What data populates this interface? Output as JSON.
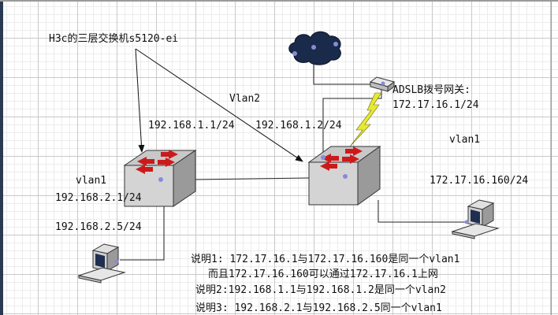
{
  "labels": {
    "switch_model": "H3c的三层交换机s5120-ei",
    "vlan2": "Vlan2",
    "left_vlan2_ip": "192.168.1.1/24",
    "right_vlan2_ip": "192.168.1.2/24",
    "adsl_gateway": "ADSLB拨号网关:",
    "adsl_ip": "172.17.16.1/24",
    "vlan1_right": "vlan1",
    "vlan1_left": "vlan1",
    "left_vlan1_ip": "192.168.2.1/24",
    "pc_left_ip": "192.168.2.5/24",
    "pc_right_ip": "172.17.16.160/24"
  },
  "notes": {
    "note1_line1": "说明1: 172.17.16.1与172.17.16.160是同一个vlan1",
    "note1_line2": "而且172.17.16.160可以通过172.17.16.1上网",
    "note2": "说明2:192.168.1.1与192.168.1.2是同一个vlan2",
    "note3": "说明3: 192.168.2.1与192.168.2.5同一个vlan1"
  },
  "colors": {
    "switch_top": "#c8c8c8",
    "switch_side": "#9a9a9a",
    "arrow_red": "#cc1a1a",
    "lightning": "#e8e830",
    "cloud": "#1a2a4a",
    "line": "#222222"
  },
  "icons": [
    "switch-icon",
    "cloud-icon",
    "modem-icon",
    "pc-icon",
    "lightning-icon"
  ]
}
